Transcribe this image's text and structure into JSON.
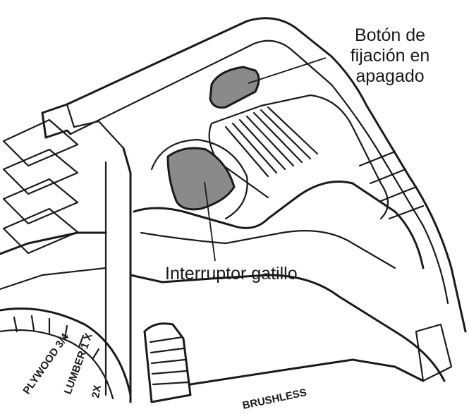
{
  "labels": {
    "lock_off_button": [
      "Botón de",
      "fijación en",
      "apagado"
    ],
    "trigger_switch": "Interruptor gatillo"
  },
  "tool_markings": {
    "dial": [
      "PLYWOOD 3/4",
      "LUMBER 1 X",
      "2X"
    ],
    "body_stamp": "BRUSHLESS"
  },
  "colors": {
    "line": "#1a1a1a",
    "part_fill": "#8a8a8a",
    "background": "#ffffff"
  }
}
